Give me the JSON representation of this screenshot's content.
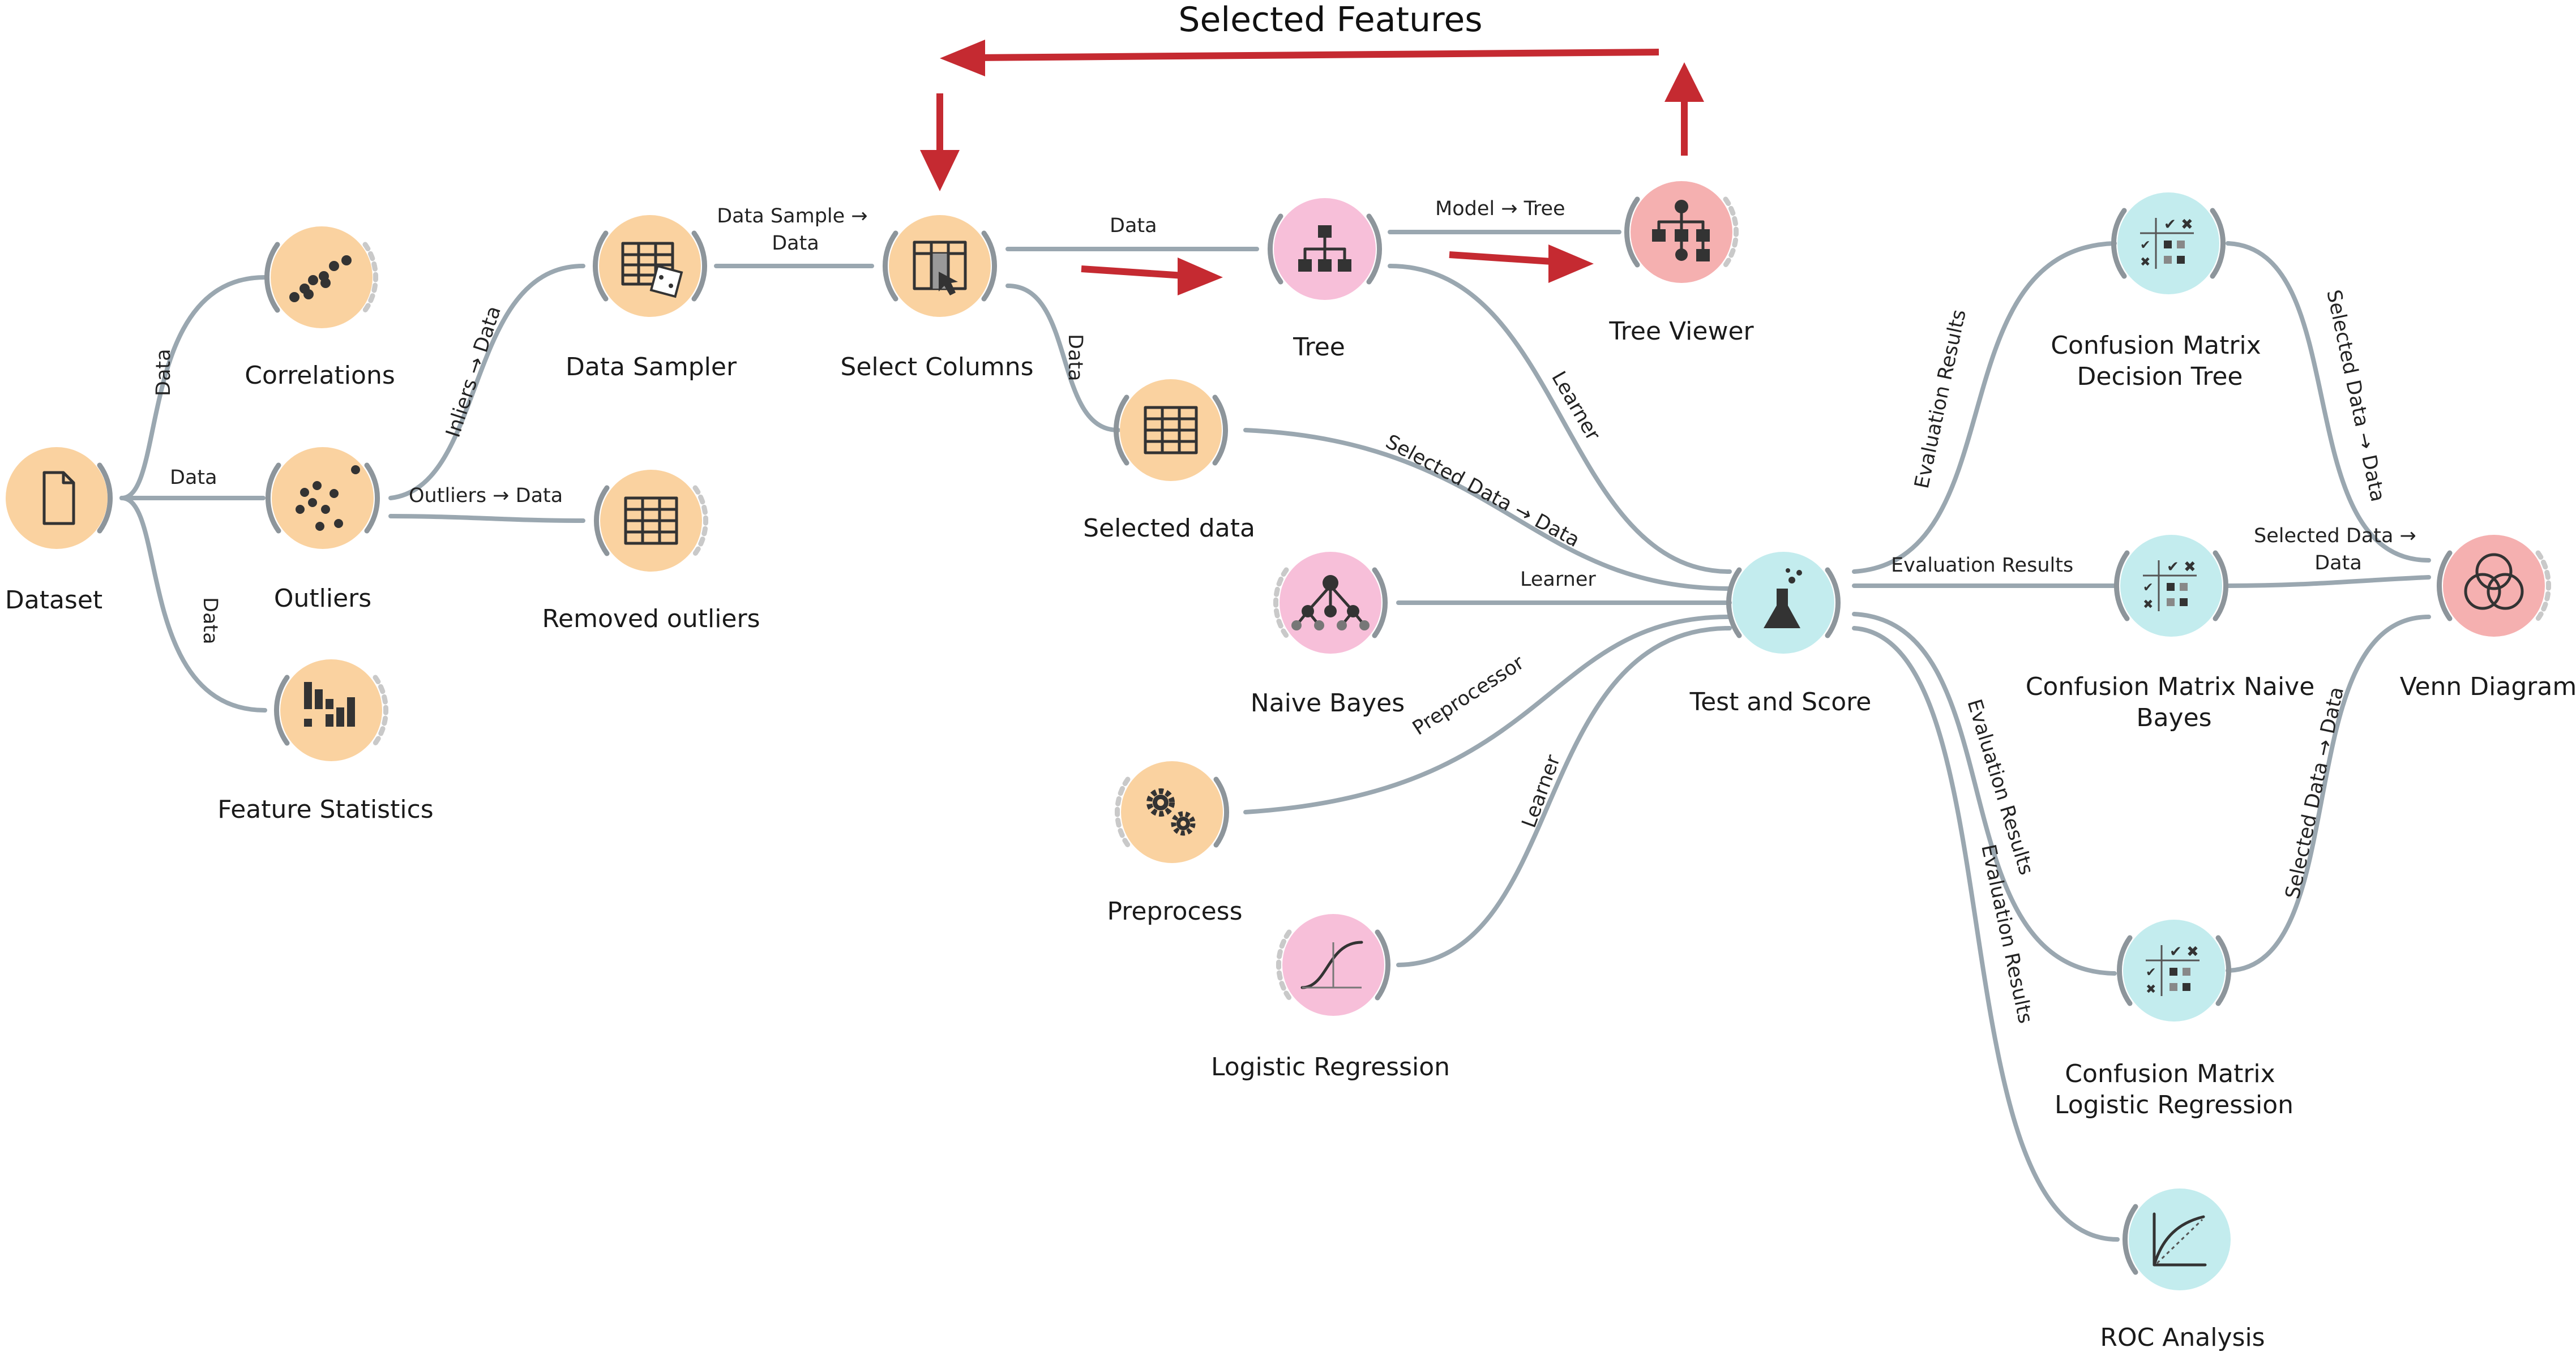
{
  "title": "Selected Features",
  "colors": {
    "data_node": "#fad2a0",
    "model_node": "#f7bfd9",
    "viewer_node": "#f5b0b0",
    "eval_node": "#c3ecee",
    "link": "#9aa7b0",
    "arrow": "#c52a31"
  },
  "nodes": [
    {
      "id": "dataset",
      "label": "Dataset",
      "icon": "file-icon",
      "color": "data_node"
    },
    {
      "id": "correlations",
      "label": "Correlations",
      "icon": "scatter-dots-icon",
      "color": "data_node"
    },
    {
      "id": "outliers",
      "label": "Outliers",
      "icon": "outlier-dots-icon",
      "color": "data_node"
    },
    {
      "id": "feature_statistics",
      "label": "Feature Statistics",
      "icon": "bar-chart-icon",
      "color": "data_node"
    },
    {
      "id": "data_sampler",
      "label": "Data Sampler",
      "icon": "table-dice-icon",
      "color": "data_node"
    },
    {
      "id": "removed_outliers",
      "label": "Removed outliers",
      "icon": "table-icon",
      "color": "data_node"
    },
    {
      "id": "select_columns",
      "label": "Select Columns",
      "icon": "select-columns-icon",
      "color": "data_node"
    },
    {
      "id": "selected_data",
      "label": "Selected data",
      "icon": "table-icon",
      "color": "data_node"
    },
    {
      "id": "tree",
      "label": "Tree",
      "icon": "tree-icon",
      "color": "model_node"
    },
    {
      "id": "tree_viewer",
      "label": "Tree Viewer",
      "icon": "tree-viewer-icon",
      "color": "viewer_node"
    },
    {
      "id": "naive_bayes",
      "label": "Naive Bayes",
      "icon": "bayes-network-icon",
      "color": "model_node"
    },
    {
      "id": "preprocess",
      "label": "Preprocess",
      "icon": "gears-icon",
      "color": "data_node"
    },
    {
      "id": "logistic_regression",
      "label": "Logistic Regression",
      "icon": "sigmoid-icon",
      "color": "model_node"
    },
    {
      "id": "test_and_score",
      "label": "Test and Score",
      "icon": "flask-icon",
      "color": "eval_node"
    },
    {
      "id": "cm_decision_tree",
      "label": "Confusion Matrix\nDecision Tree",
      "icon": "confusion-matrix-icon",
      "color": "eval_node"
    },
    {
      "id": "cm_naive_bayes",
      "label": "Confusion Matrix Naive\nBayes",
      "icon": "confusion-matrix-icon",
      "color": "eval_node"
    },
    {
      "id": "cm_logistic_regression",
      "label": "Confusion Matrix\nLogistic Regression",
      "icon": "confusion-matrix-icon",
      "color": "eval_node"
    },
    {
      "id": "roc_analysis",
      "label": "ROC Analysis",
      "icon": "roc-curve-icon",
      "color": "eval_node"
    },
    {
      "id": "venn_diagram",
      "label": "Venn Diagram",
      "icon": "venn-icon",
      "color": "viewer_node"
    }
  ],
  "links": [
    {
      "id": "dataset_correlations",
      "label": "Data"
    },
    {
      "id": "dataset_outliers",
      "label": "Data"
    },
    {
      "id": "dataset_featstats",
      "label": "Data"
    },
    {
      "id": "outliers_sampler",
      "label": "Inliers → Data"
    },
    {
      "id": "outliers_removed",
      "label": "Outliers → Data"
    },
    {
      "id": "sampler_select",
      "label": "Data Sample →\nData"
    },
    {
      "id": "select_tree",
      "label": "Data"
    },
    {
      "id": "select_selected",
      "label": "Data"
    },
    {
      "id": "tree_viewer",
      "label": "Model → Tree"
    },
    {
      "id": "tree_test",
      "label": "Learner"
    },
    {
      "id": "selected_test",
      "label": "Selected Data → Data"
    },
    {
      "id": "bayes_test",
      "label": "Learner"
    },
    {
      "id": "preprocess_test",
      "label": "Preprocessor"
    },
    {
      "id": "logreg_test",
      "label": "Learner"
    },
    {
      "id": "test_cm_tree",
      "label": "Evaluation Results"
    },
    {
      "id": "test_cm_bayes",
      "label": "Evaluation Results"
    },
    {
      "id": "test_cm_logreg",
      "label": "Evaluation Results"
    },
    {
      "id": "test_roc",
      "label": "Evaluation Results"
    },
    {
      "id": "cm_tree_venn",
      "label": "Selected Data → Data"
    },
    {
      "id": "cm_bayes_venn",
      "label": "Selected Data →\nData"
    },
    {
      "id": "cm_logreg_venn",
      "label": "Selected Data → Data"
    }
  ]
}
